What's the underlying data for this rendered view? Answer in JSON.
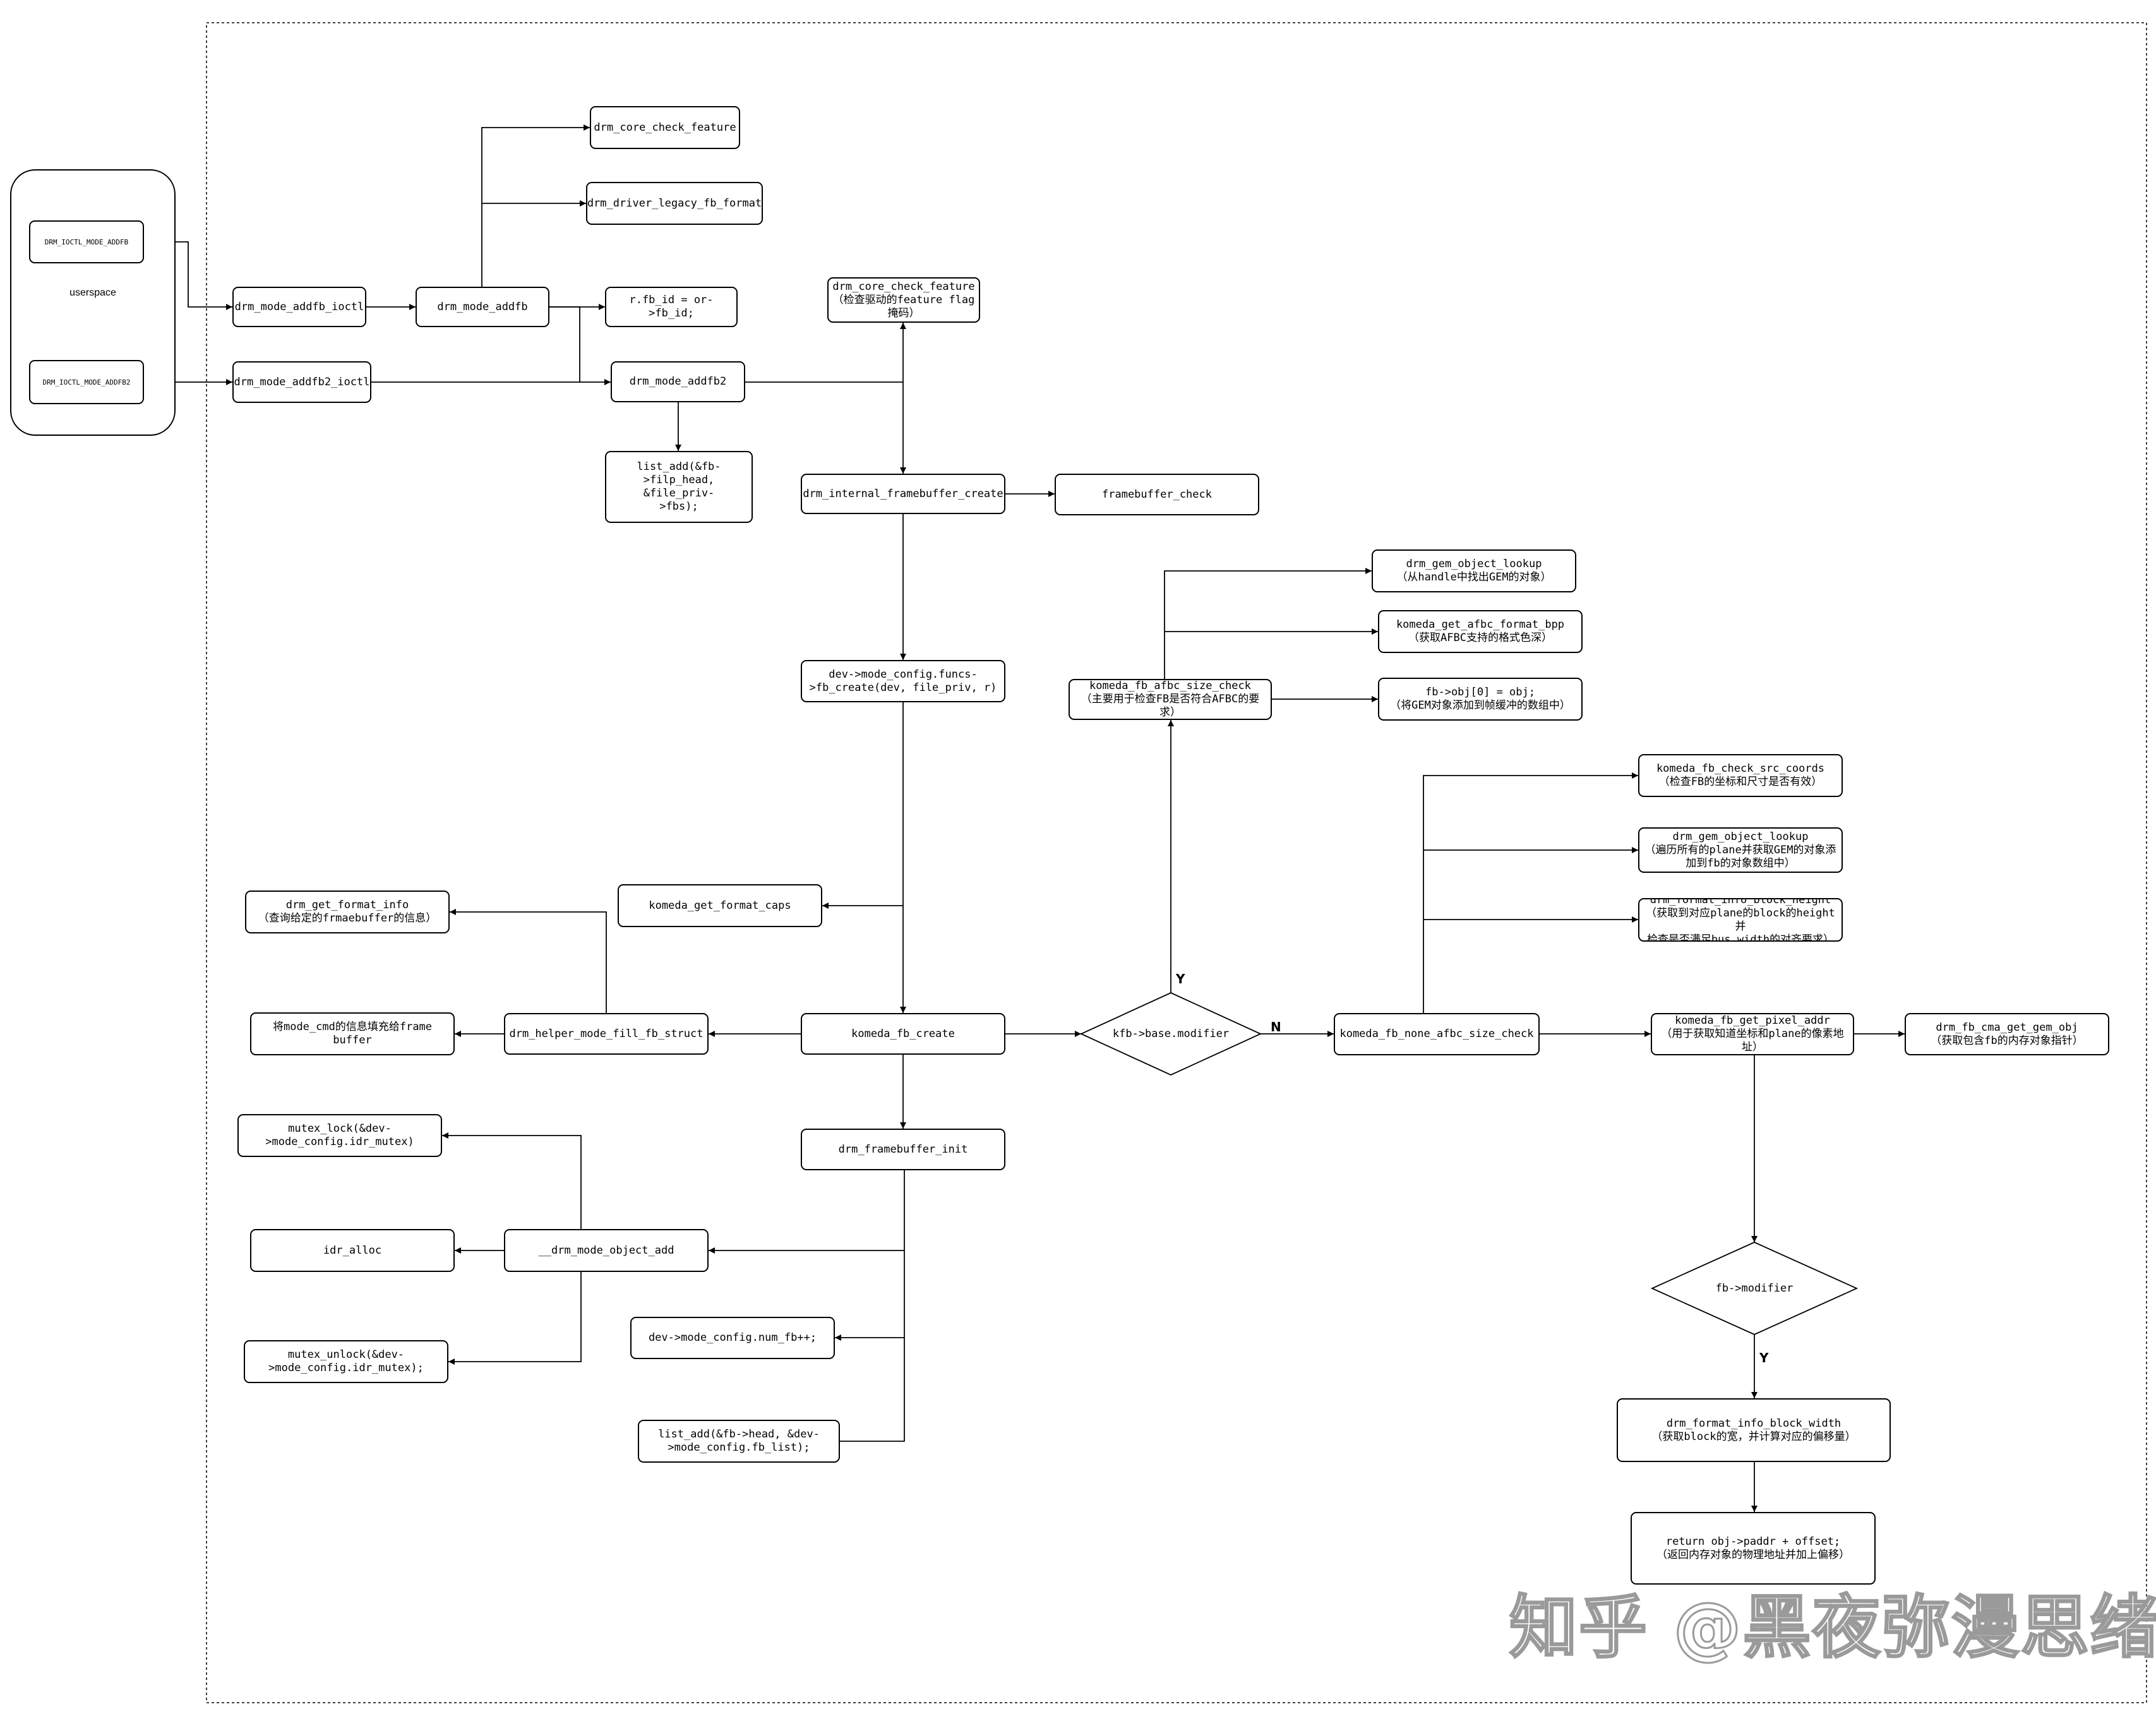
{
  "group": {
    "label": "userspace"
  },
  "nodes": {
    "ioctl_addfb": "DRM_IOCTL_MODE_ADDFB",
    "ioctl_addfb2": "DRM_IOCTL_MODE_ADDFB2",
    "mode_addfb_ioctl": "drm_mode_addfb_ioctl",
    "mode_addfb2_ioctl": "drm_mode_addfb2_ioctl",
    "mode_addfb": "drm_mode_addfb",
    "core_check_feature_1": "drm_core_check_feature",
    "driver_legacy_fb_format": "drm_driver_legacy_fb_format",
    "fb_id_assign": "r.fb_id = or->fb_id;",
    "mode_addfb2": "drm_mode_addfb2",
    "core_check_feature_2": "drm_core_check_feature\n（检查驱动的feature flag\n掩码）",
    "list_add_filp": "list_add(&fb-\n>filp_head, &file_priv-\n>fbs);",
    "internal_fb_create": "drm_internal_framebuffer_create",
    "framebuffer_check": "framebuffer_check",
    "fb_create_func": "dev->mode_config.funcs-\n>fb_create(dev, file_priv, r)",
    "gem_lookup_1": "drm_gem_object_lookup\n（从handle中找出GEM的对象）",
    "afbc_format_bpp": "komeda_get_afbc_format_bpp\n（获取AFBC支持的格式色深）",
    "afbc_size_check": "komeda_fb_afbc_size_check\n（主要用于检查FB是否符合AFBC的要\n求）",
    "fb_obj_assign": "fb->obj[0] = obj;\n（将GEM对象添加到帧缓冲的数组中）",
    "check_src_coords": "komeda_fb_check_src_coords\n（检查FB的坐标和尺寸是否有效）",
    "gem_lookup_2": "drm_gem_object_lookup\n（遍历所有的plane并获取GEM的对象添\n加到fb的对象数组中）",
    "block_height": "drm_format_info_block_height\n（获取到对应plane的block的height并\n检查是否满足bus width的对齐要求）",
    "get_format_info": "drm_get_format_info\n（查询给定的frmaebuffer的信息）",
    "get_format_caps": "komeda_get_format_caps",
    "fill_frame_buffer": "将mode_cmd的信息填充给frame\nbuffer",
    "fill_fb_struct": "drm_helper_mode_fill_fb_struct",
    "komeda_fb_create": "komeda_fb_create",
    "none_afbc_size_check": "komeda_fb_none_afbc_size_check",
    "get_pixel_addr": "komeda_fb_get_pixel_addr\n（用于获取知道坐标和plane的像素地\n址）",
    "cma_get_gem_obj": "drm_fb_cma_get_gem_obj\n（获取包含fb的内存对象指针）",
    "mutex_lock": "mutex_lock(&dev-\n>mode_config.idr_mutex)",
    "framebuffer_init": "drm_framebuffer_init",
    "idr_alloc": "idr_alloc",
    "mode_object_add": "__drm_mode_object_add",
    "mutex_unlock": "mutex_unlock(&dev-\n>mode_config.idr_mutex);",
    "num_fb_inc": "dev->mode_config.num_fb++;",
    "list_add_fb_list": "list_add(&fb->head, &dev-\n>mode_config.fb_list);",
    "block_width": "drm_format_info_block_width\n（获取block的宽，并计算对应的偏移量）",
    "return_paddr": "return obj->paddr + offset;\n（返回内存对象的物理地址并加上偏移）"
  },
  "decisions": {
    "kfb_modifier": "kfb->base.modifier",
    "fb_modifier": "fb->modifier"
  },
  "branch_labels": {
    "yes_up": "Y",
    "no_right": "N",
    "yes_down": "Y"
  },
  "watermark": "知乎 @黑夜弥漫思绪"
}
